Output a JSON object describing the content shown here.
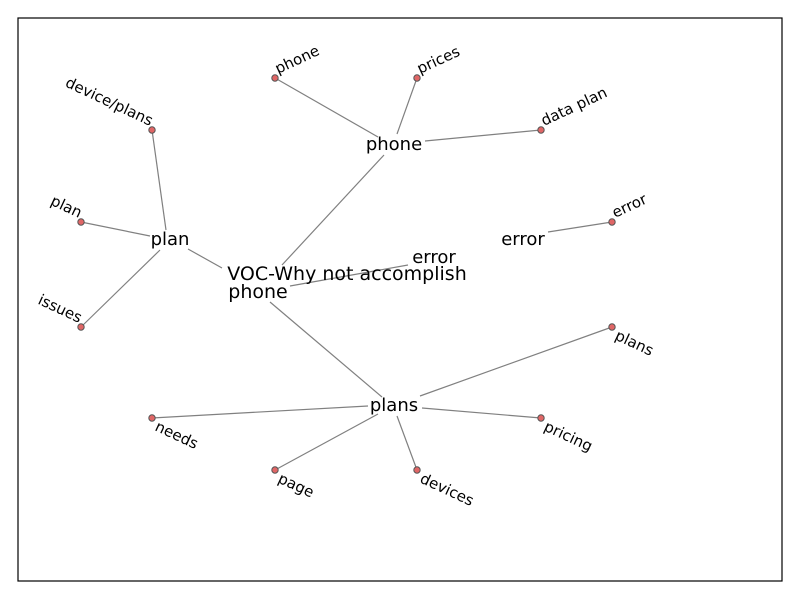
{
  "root": {
    "line1": "VOC-Why not accomplish",
    "line2": "phone"
  },
  "hubs": {
    "phone": {
      "label": "phone",
      "leaves": [
        "phone",
        "prices",
        "data plan"
      ]
    },
    "plan": {
      "label": "plan",
      "leaves": [
        "device/plans",
        "plan",
        "issues"
      ]
    },
    "error": {
      "label": "error",
      "connector": "error",
      "leaves": [
        "error"
      ]
    },
    "plans": {
      "label": "plans",
      "leaves": [
        "plans",
        "pricing",
        "needs",
        "page",
        "devices"
      ]
    }
  }
}
